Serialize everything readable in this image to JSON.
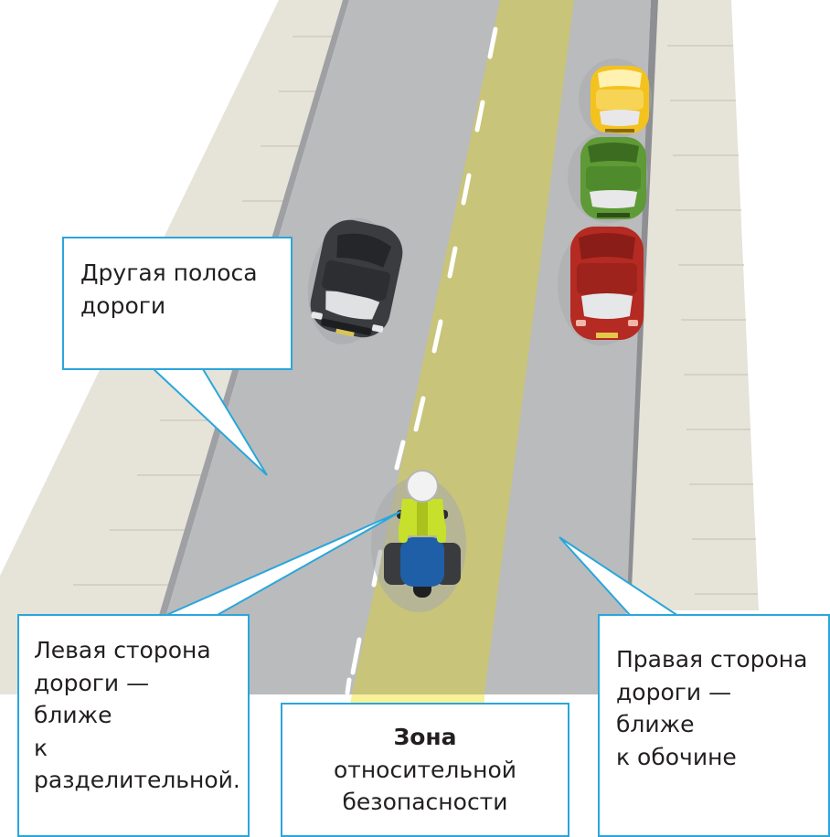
{
  "colors": {
    "sidewalk": "#e6e3d9",
    "sidewalk_tile_line": "#cfcbbd",
    "road": "#babbbd",
    "safe_zone": "#c8c47a",
    "lane_marking": "#ffffff",
    "callout_border": "#2aa6dc",
    "text": "#231f20"
  },
  "icons": {
    "motorcycle": "motorcycle-icon",
    "dark_car": "car-dark-icon",
    "yellow_car": "car-yellow-icon",
    "green_car": "car-green-icon",
    "red_car": "car-red-icon"
  },
  "labels": {
    "other_lane": [
      "Другая полоса",
      "дороги"
    ],
    "left_side": [
      "Левая сторона",
      "дороги — ближе",
      "к",
      "разделительной."
    ],
    "right_side": [
      "Правая сторона",
      "дороги — ближе",
      "к обочине"
    ],
    "safe_zone_title": "Зона",
    "safe_zone_text": [
      "относительной",
      "безопасности"
    ]
  }
}
